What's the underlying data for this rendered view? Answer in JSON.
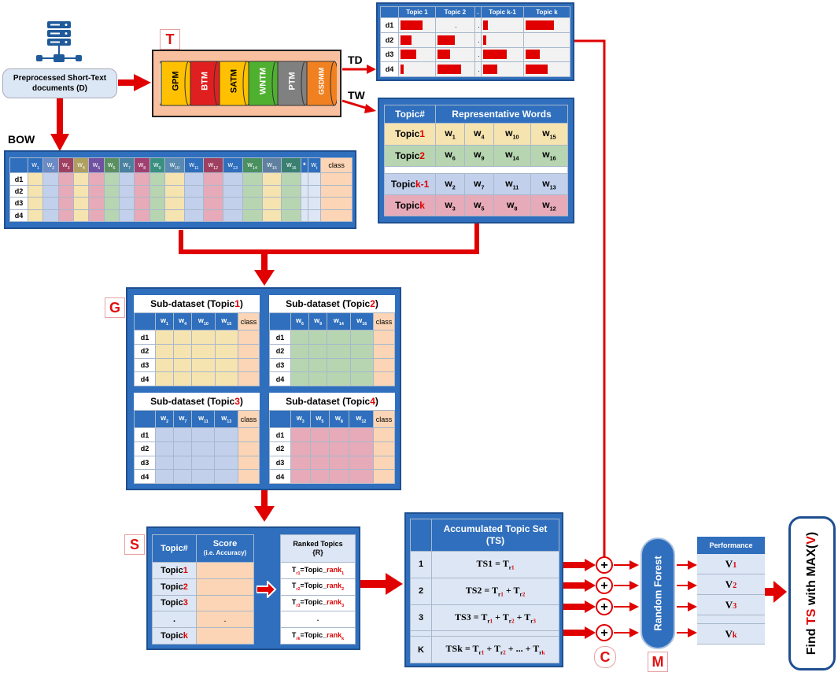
{
  "preprocessed": {
    "label": "Preprocessed Short-Text documents (D)"
  },
  "tags": {
    "T": "T",
    "G": "G",
    "S": "S",
    "C": "C",
    "M": "M"
  },
  "flow_labels": {
    "td": "TD",
    "tw": "TW",
    "bow": "BOW"
  },
  "topic_models": [
    "GPM",
    "BTM",
    "SATM",
    "WNTM",
    "PTM",
    "GSDMM"
  ],
  "topic_model_colors": [
    "#ffc000",
    "#e02020",
    "#ffc000",
    "#4fb030",
    "#808080",
    "#f08020"
  ],
  "td_table": {
    "headers": [
      "Topic 1",
      "Topic 2",
      ".",
      "Topic k-1",
      "Topic k"
    ],
    "rows": [
      "d1",
      "d2",
      "d3",
      "d4"
    ],
    "dot": "."
  },
  "tw_table": {
    "header_topic": "Topic#",
    "header_words": "Representative Words",
    "rows": [
      {
        "topic": "Topic",
        "num": "1",
        "words": [
          "1",
          "4",
          "10",
          "15"
        ]
      },
      {
        "topic": "Topic",
        "num": "2",
        "words": [
          "6",
          "9",
          "14",
          "16"
        ]
      },
      {
        "topic": "Topic",
        "num": "k-1",
        "words": [
          "2",
          "7",
          "11",
          "13"
        ]
      },
      {
        "topic": "Topic",
        "num": "k",
        "words": [
          "3",
          "5",
          "8",
          "12"
        ]
      }
    ]
  },
  "bow_table": {
    "words": [
      "1",
      "2",
      "3",
      "4",
      "5",
      "6",
      "7",
      "8",
      "9",
      "10",
      "11",
      "12",
      "13",
      "14",
      "15",
      "16"
    ],
    "star": "*",
    "last_word": "t",
    "class": "class",
    "rows": [
      "d1",
      "d2",
      "d3",
      "d4"
    ]
  },
  "subdatasets": [
    {
      "title": "Sub-dataset (Topic",
      "num": "1",
      "words": [
        "1",
        "4",
        "10",
        "15"
      ]
    },
    {
      "title": "Sub-dataset (Topic",
      "num": "2",
      "words": [
        "6",
        "9",
        "14",
        "16"
      ]
    },
    {
      "title": "Sub-dataset (Topic",
      "num": "3",
      "words": [
        "2",
        "7",
        "11",
        "13"
      ]
    },
    {
      "title": "Sub-dataset (Topic",
      "num": "4",
      "words": [
        "3",
        "5",
        "8",
        "12"
      ]
    }
  ],
  "score_table": {
    "header_topic": "Topic#",
    "header_score": "Score",
    "header_score_sub": "(i.e. Accuracy)",
    "rows": [
      {
        "topic": "Topic",
        "num": "1"
      },
      {
        "topic": "Topic",
        "num": "2"
      },
      {
        "topic": "Topic",
        "num": "3"
      },
      {
        "topic": ".",
        "num": ""
      },
      {
        "topic": "Topic",
        "num": "k"
      }
    ],
    "dot": "."
  },
  "ranked_table": {
    "header": "Ranked Topics",
    "header_sub": "{R}",
    "rows": [
      {
        "t": "T",
        "sub": "r1",
        "eq": "=Topic_",
        "rank": "rank",
        "rsub": "1"
      },
      {
        "t": "T",
        "sub": "r2",
        "eq": "=Topic_",
        "rank": "rank",
        "rsub": "2"
      },
      {
        "t": "T",
        "sub": "r3",
        "eq": "=Topic_",
        "rank": "rank",
        "rsub": "3"
      },
      {
        "t": ".",
        "sub": "",
        "eq": "",
        "rank": "",
        "rsub": ""
      },
      {
        "t": "T",
        "sub": "rk",
        "eq": "=Topic_",
        "rank": "rank",
        "rsub": "k"
      }
    ]
  },
  "ts_table": {
    "header": "Accumulated Topic Set",
    "header_sub": "(TS)",
    "rows": [
      {
        "idx": "1",
        "name": "TS1",
        "terms": [
          "1"
        ]
      },
      {
        "idx": "2",
        "name": "TS2",
        "terms": [
          "1",
          "2"
        ]
      },
      {
        "idx": "3",
        "name": "TS3",
        "terms": [
          "1",
          "2",
          "3"
        ]
      },
      {
        "idx": "K",
        "name": "TSk",
        "terms": [
          "1",
          "2",
          "...",
          "k"
        ]
      }
    ]
  },
  "random_forest": {
    "label": "Random Forest"
  },
  "performance": {
    "header": "Performance",
    "rows": [
      {
        "v": "V",
        "sub": "1"
      },
      {
        "v": "V",
        "sub": "2"
      },
      {
        "v": "V",
        "sub": "3"
      },
      {
        "v": "V",
        "sub": "k"
      }
    ]
  },
  "find": {
    "pre": "Find ",
    "ts": "TS",
    "mid": " with MAX(",
    "v": "V",
    "post": ")"
  },
  "colors": {
    "arrow": "#e00000",
    "panel": "#2f6fbd",
    "yellow": "#f5e3b0",
    "green": "#b7d5b0",
    "blue": "#c2d0ec",
    "pink": "#e6aab8",
    "orange": "#fbd5b5"
  }
}
